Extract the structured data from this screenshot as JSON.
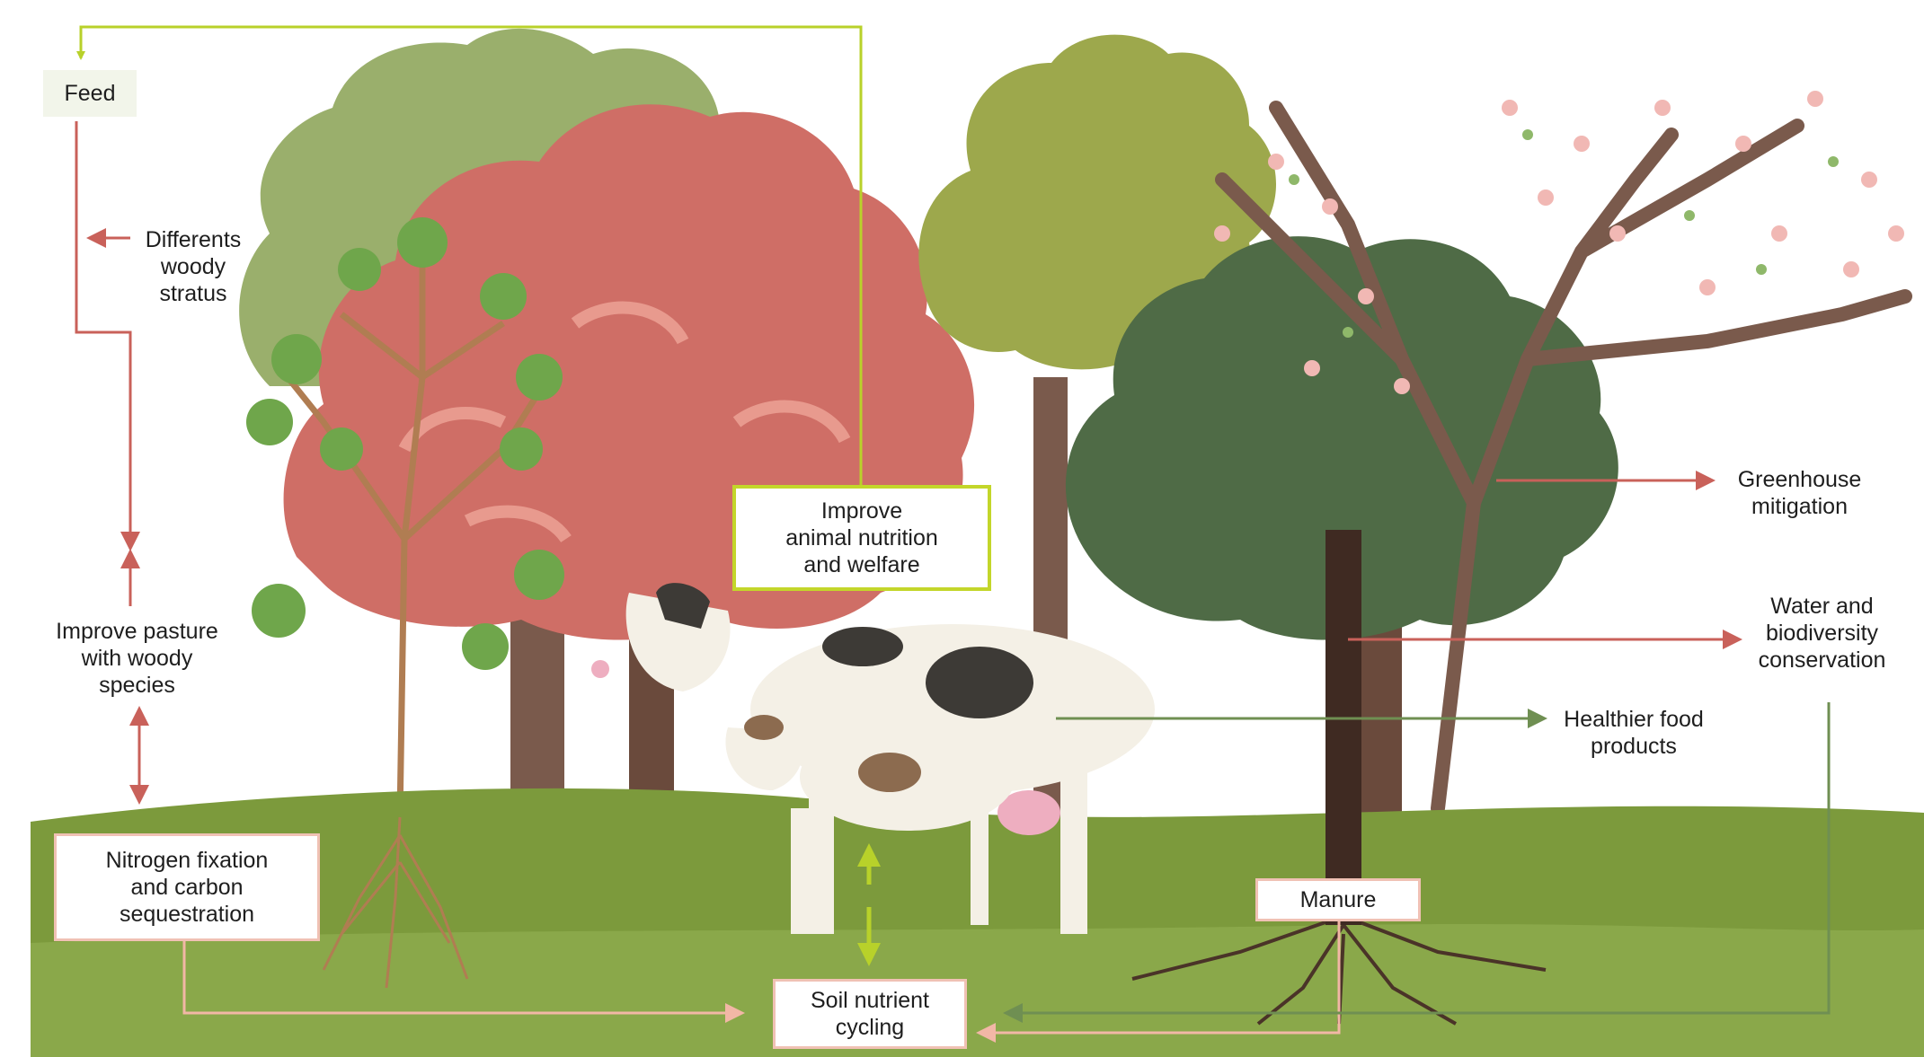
{
  "colors": {
    "ground_dark": "#7c9a3c",
    "ground_light": "#8aa84a",
    "arrow_green": "#b8d12a",
    "arrow_red": "#c9615a",
    "arrow_pink": "#f2b7a6",
    "arrow_darkgreen": "#6f8f52",
    "box_yellow_border": "#c3d62a",
    "box_pink_border": "#f0c1b4"
  },
  "labels": {
    "feed": "Feed",
    "woody_stratus": [
      "Differents",
      "woody",
      "stratus"
    ],
    "improve_pasture": [
      "Improve pasture",
      "with woody",
      "species"
    ],
    "nitrogen": [
      "Nitrogen fixation",
      "and carbon",
      "sequestration"
    ],
    "animal_nutrition": [
      "Improve",
      "animal nutrition",
      "and welfare"
    ],
    "greenhouse": [
      "Greenhouse",
      "mitigation"
    ],
    "water": [
      "Water and",
      "biodiversity",
      "conservation"
    ],
    "healthier": [
      "Healthier food",
      "products"
    ],
    "manure": "Manure",
    "soil": [
      "Soil nutrient",
      "cycling"
    ]
  }
}
